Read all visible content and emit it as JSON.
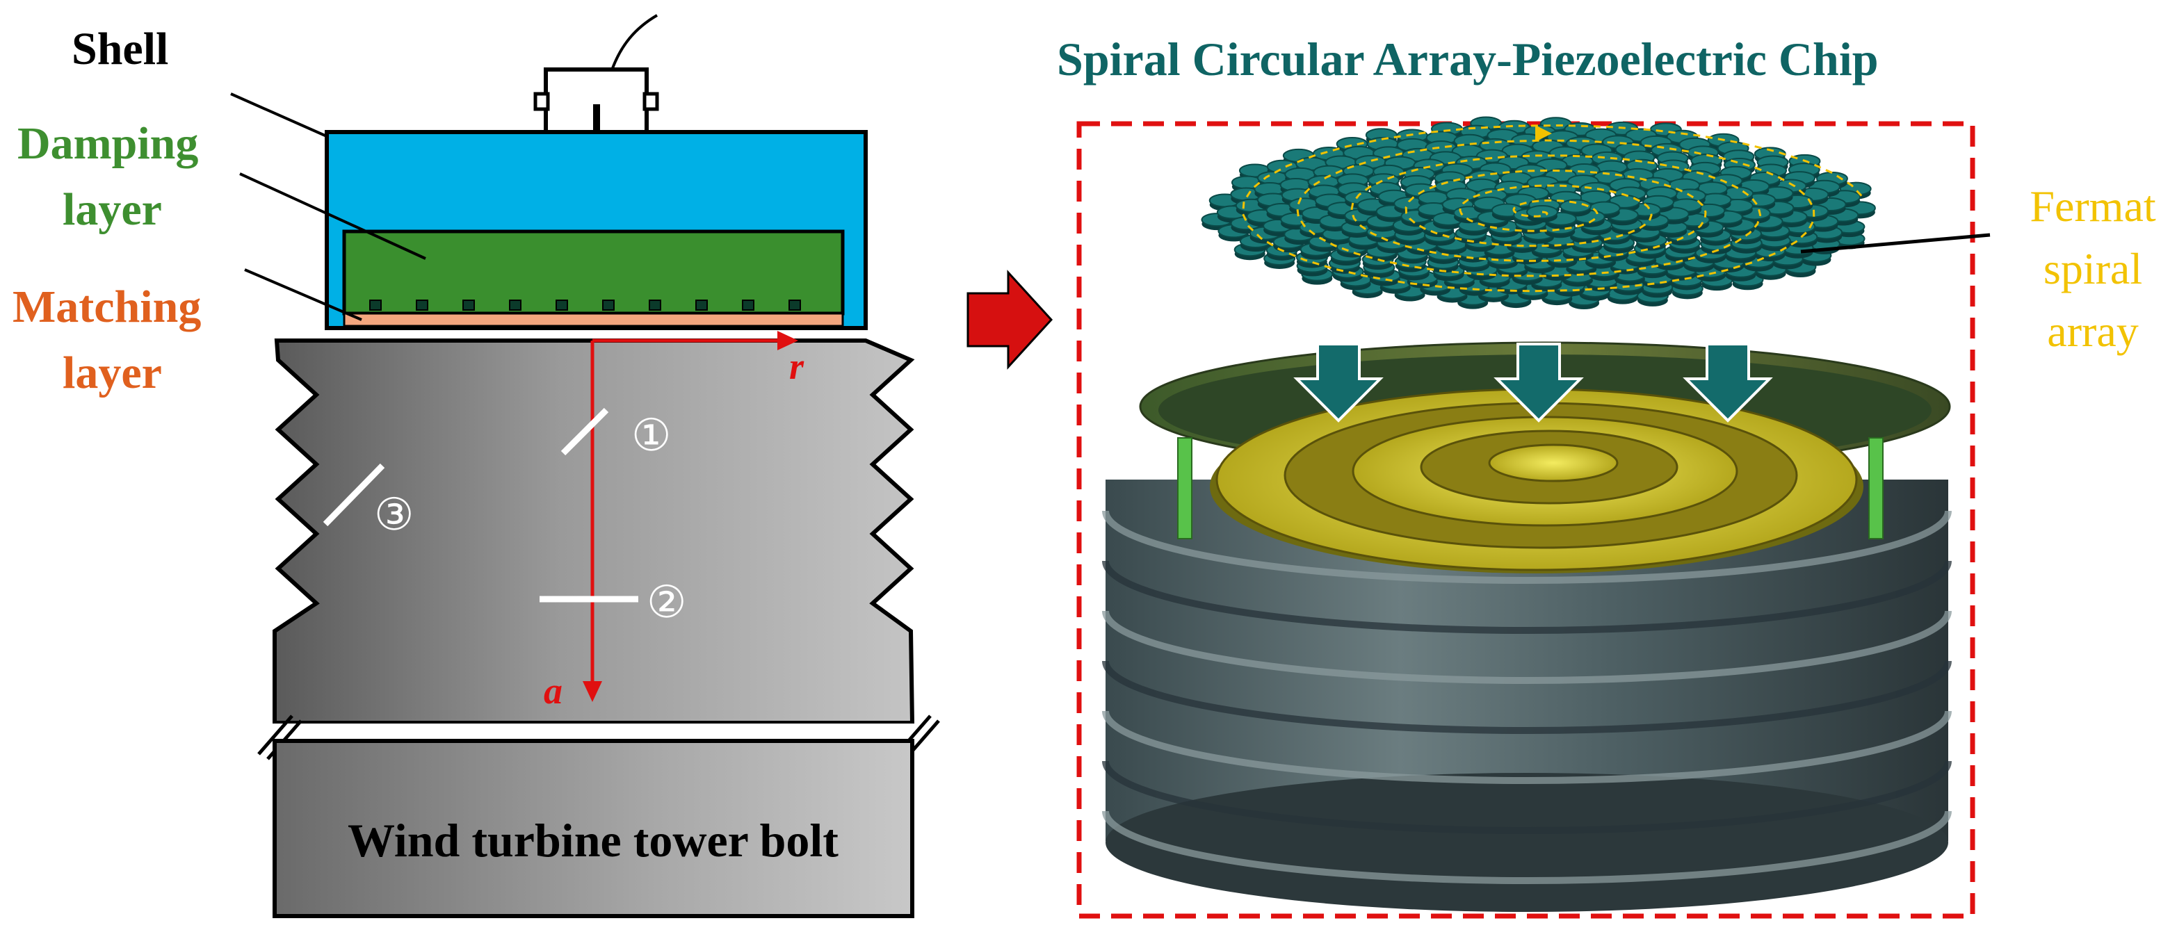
{
  "left_diagram": {
    "labels": {
      "shell": "Shell",
      "damping_line1": "Damping",
      "damping_line2": "layer",
      "matching_line1": "Matching",
      "matching_line2": "layer"
    },
    "axes": {
      "radial": "r",
      "axial": "a"
    },
    "markers": [
      "①",
      "②",
      "③"
    ],
    "bolt_caption": "Wind turbine tower bolt",
    "colors": {
      "shell_fill": "#00b0e6",
      "damping_fill": "#3a8f2e",
      "matching_fill": "#f4a67e",
      "damping_text": "#3e8f30",
      "matching_text": "#e0601e",
      "axis_red": "#e01010"
    }
  },
  "right_diagram": {
    "title": "Spiral Circular Array-Piezoelectric Chip",
    "callout": [
      "Fermat",
      "spiral",
      "array"
    ],
    "colors": {
      "title_text": "#0f6464",
      "callout_text": "#f2c200",
      "chip_fill": "#136b6b",
      "frame_dash": "#e01010",
      "arrow_fill": "#d61010"
    }
  }
}
